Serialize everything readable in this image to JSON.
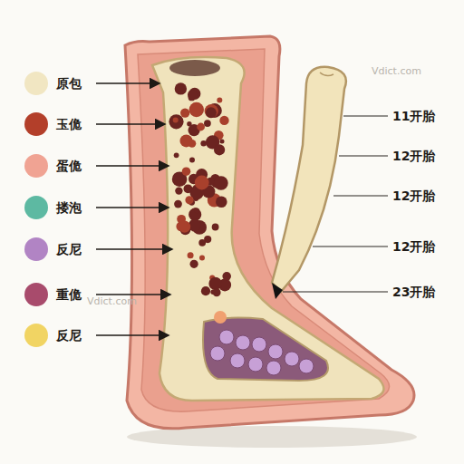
{
  "diagram": {
    "labels": [
      "11开胎",
      "12开胎",
      "12开胎",
      "12开胎",
      "23开胎",
      "Vdict.com",
      "Vdict.com"
    ],
    "legend": [
      {
        "text": "原包",
        "color": "#f1e6c2"
      },
      {
        "text": "玉佹",
        "color": "#b33f2a"
      },
      {
        "text": "蛋佹",
        "color": "#f0a393"
      },
      {
        "text": "搂泡",
        "color": "#5db9a2"
      },
      {
        "text": "反尼",
        "color": "#b184c4"
      },
      {
        "text": "重佹",
        "color": "#a84b6c"
      },
      {
        "text": "反尼",
        "color": "#f1d463"
      }
    ]
  }
}
